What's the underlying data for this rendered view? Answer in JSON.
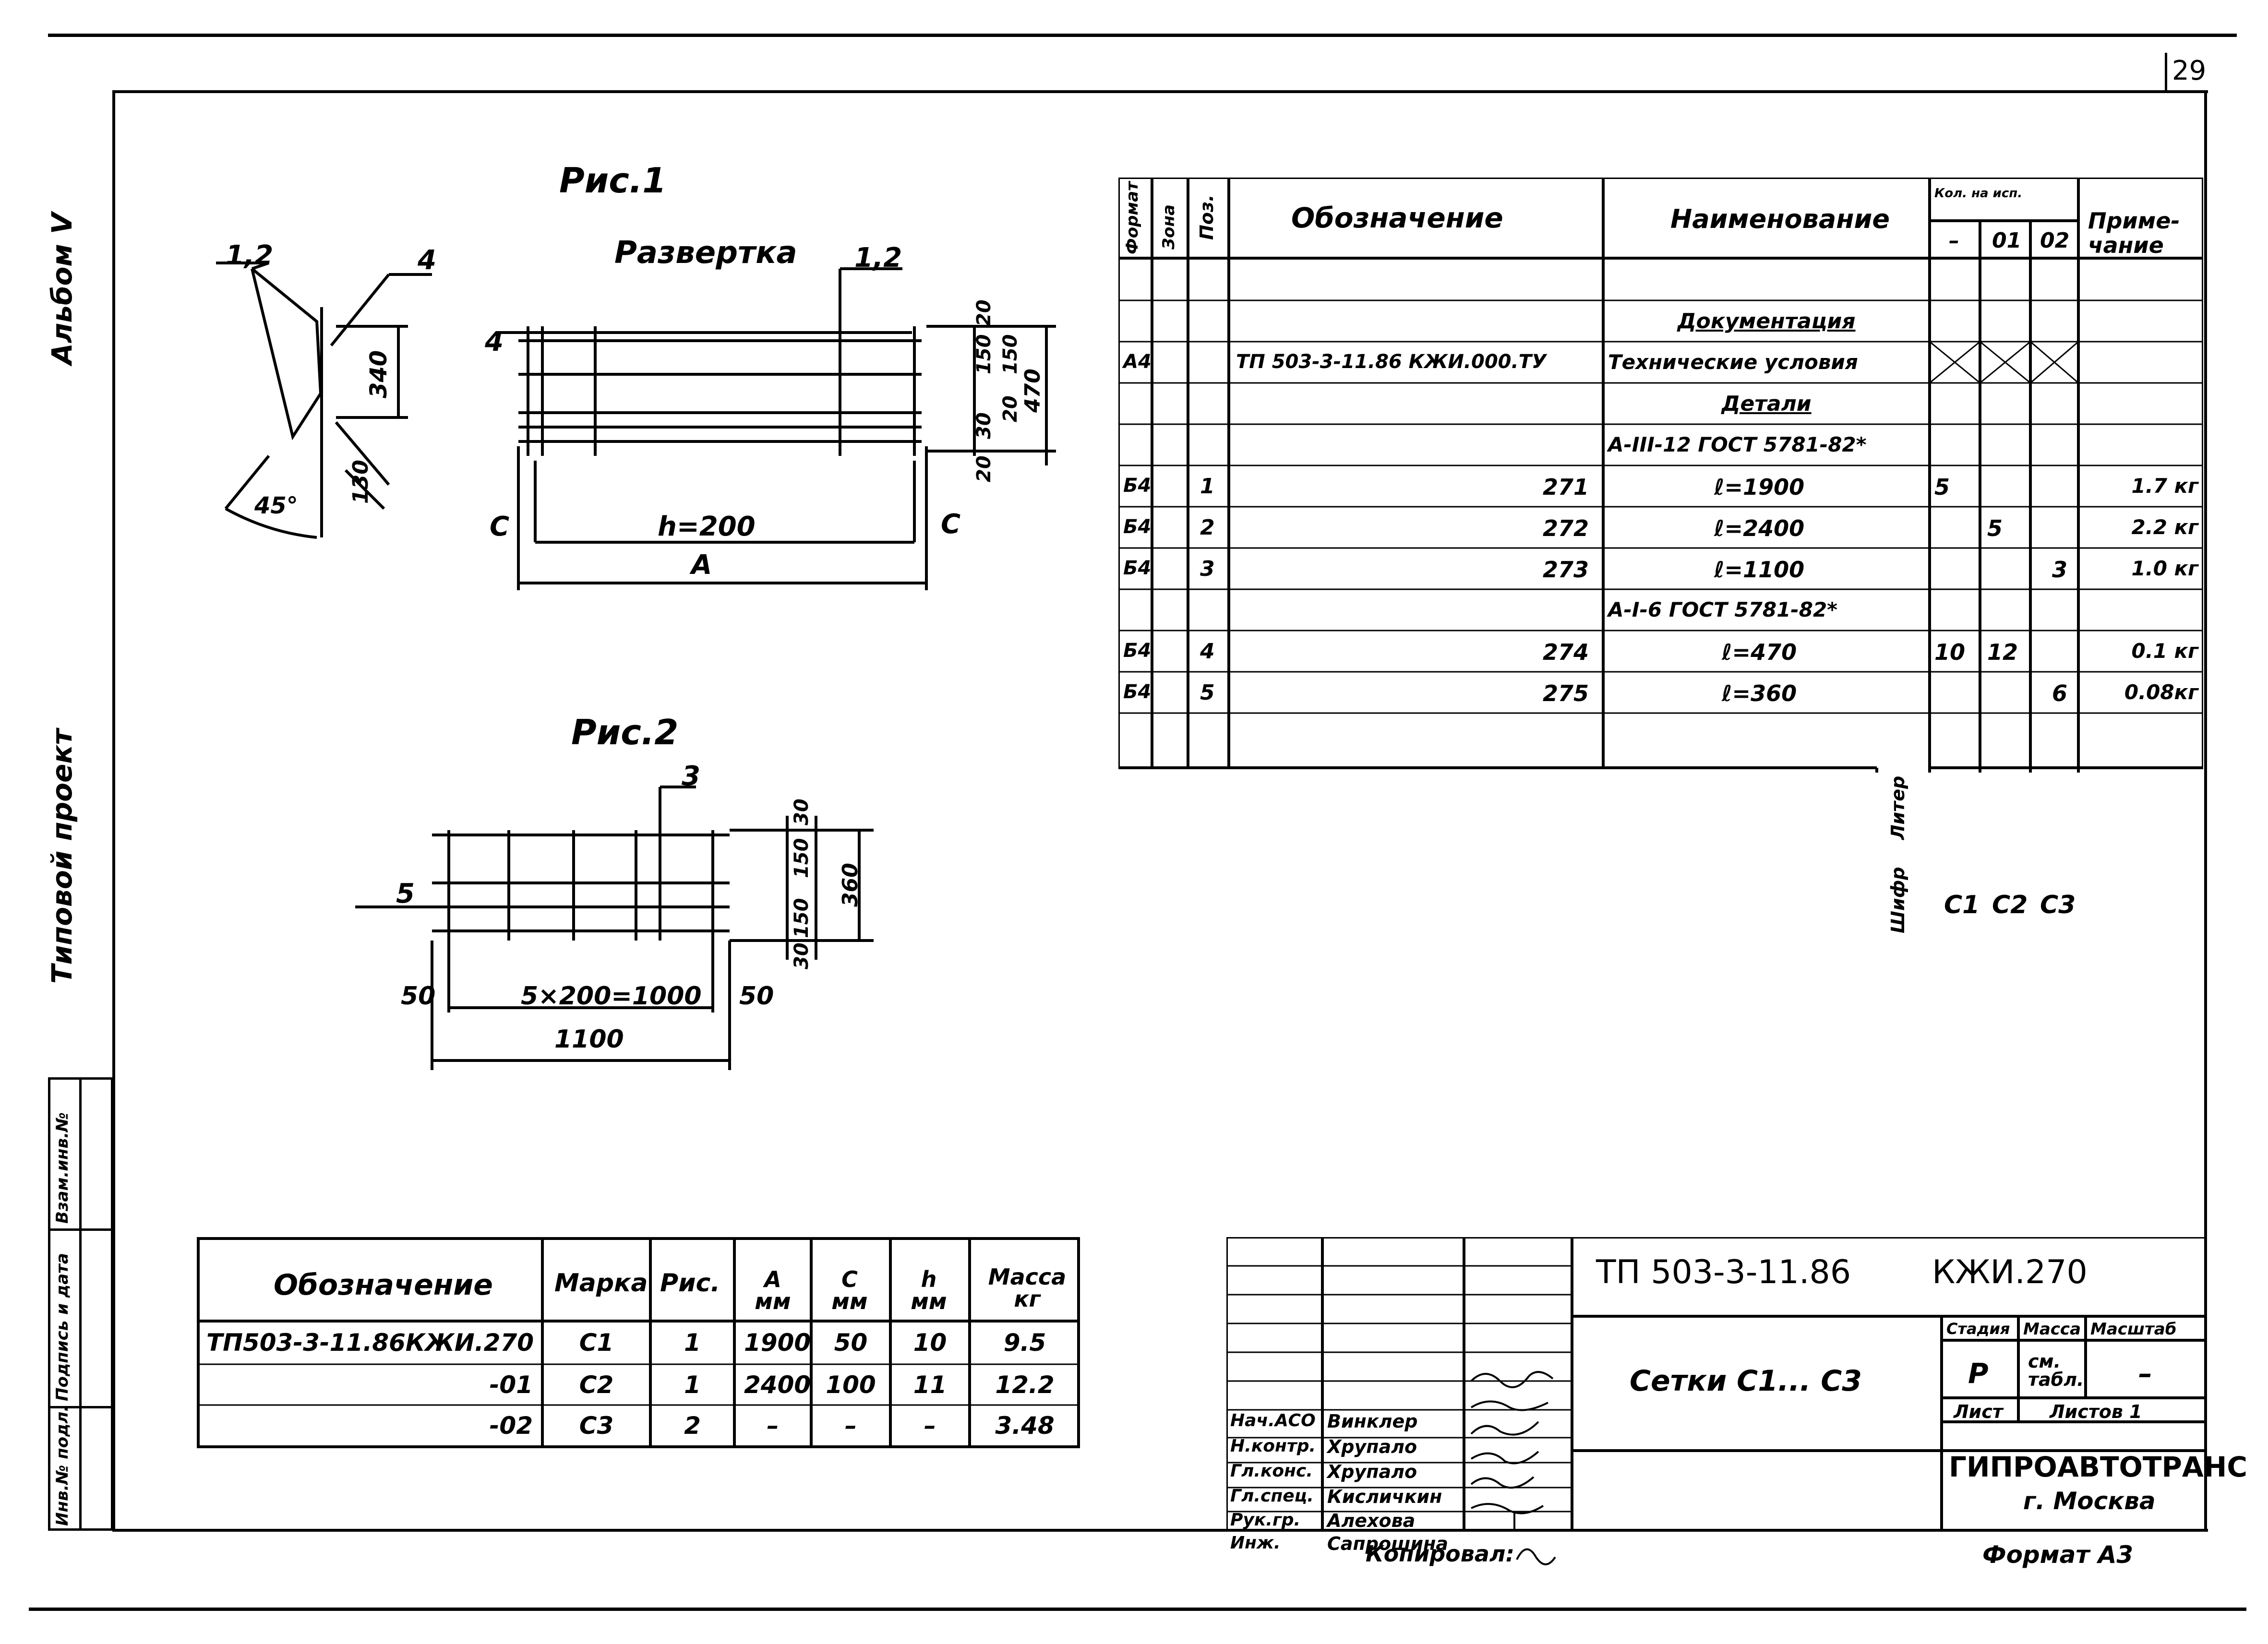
{
  "sheet": {
    "number": "29",
    "side_album": "Альбом Ⅴ",
    "side_project": "Типовой проект",
    "copied": "Копировал:",
    "format": "Формат А3"
  },
  "side_stamp": {
    "labels": [
      "Инв.№ подл.",
      "Подпись и дата",
      "Взам.инв.№"
    ]
  },
  "fig1": {
    "title": "Рис.1",
    "subtitle": "Развертка",
    "labels": {
      "p12_left": "1,2",
      "p4_left": "4",
      "d340": "340",
      "d45": "45°",
      "d130": "130",
      "p12_top": "1,2",
      "p4_mid": "4",
      "c_left": "С",
      "c_right": "С",
      "h200": "h=200",
      "A": "А",
      "d20a": "20",
      "d150a": "150",
      "d150b": "150",
      "d30": "30",
      "d20b": "20",
      "d470": "470",
      "d20c": "20"
    }
  },
  "fig2": {
    "title": "Рис.2",
    "labels": {
      "p3": "3",
      "p5": "5",
      "d30a": "30",
      "d150a": "150",
      "d150b": "150",
      "d30b": "30",
      "d360": "360",
      "d50a": "50",
      "d5x200": "5×200=1000",
      "d50b": "50",
      "d1100": "1100"
    }
  },
  "spec": {
    "headers": {
      "format": "Формат",
      "zone": "Зона",
      "pos": "Поз.",
      "designation": "Обозначение",
      "name": "Наименование",
      "qty": "Кол. на исп.",
      "qty_sub": [
        "–",
        "01",
        "02"
      ],
      "note": "Приме-чание"
    },
    "rows": [
      {
        "format": "",
        "pos": "",
        "designation": "",
        "name": "",
        "q0": "",
        "q1": "",
        "q2": "",
        "note": ""
      },
      {
        "format": "",
        "pos": "",
        "designation": "",
        "name": "Документация",
        "q0": "",
        "q1": "",
        "q2": "",
        "note": "",
        "underline": true
      },
      {
        "format": "А4",
        "pos": "",
        "designation": "ТП 503-3-11.86 КЖИ.000.ТУ",
        "name": "Технические условия",
        "q0": "X",
        "q1": "X",
        "q2": "X",
        "note": ""
      },
      {
        "format": "",
        "pos": "",
        "designation": "",
        "name": "Детали",
        "q0": "",
        "q1": "",
        "q2": "",
        "note": "",
        "underline": true
      },
      {
        "format": "",
        "pos": "",
        "designation": "",
        "name": "А-III-12   ГОСТ 5781-82*",
        "q0": "",
        "q1": "",
        "q2": "",
        "note": ""
      },
      {
        "format": "Б4",
        "pos": "1",
        "designation": "271",
        "name": "ℓ=1900",
        "q0": "5",
        "q1": "",
        "q2": "",
        "note": "1.7 кг"
      },
      {
        "format": "Б4",
        "pos": "2",
        "designation": "272",
        "name": "ℓ=2400",
        "q0": "",
        "q1": "5",
        "q2": "",
        "note": "2.2 кг"
      },
      {
        "format": "Б4",
        "pos": "3",
        "designation": "273",
        "name": "ℓ=1100",
        "q0": "",
        "q1": "",
        "q2": "3",
        "note": "1.0 кг"
      },
      {
        "format": "",
        "pos": "",
        "designation": "",
        "name": "А-I-6   ГОСТ 5781-82*",
        "q0": "",
        "q1": "",
        "q2": "",
        "note": ""
      },
      {
        "format": "Б4",
        "pos": "4",
        "designation": "274",
        "name": "ℓ=470",
        "q0": "10",
        "q1": "12",
        "q2": "",
        "note": "0.1 кг"
      },
      {
        "format": "Б4",
        "pos": "5",
        "designation": "275",
        "name": "ℓ=360",
        "q0": "",
        "q1": "",
        "q2": "6",
        "note": "0.08кг"
      },
      {
        "format": "",
        "pos": "",
        "designation": "",
        "name": "",
        "q0": "",
        "q1": "",
        "q2": "",
        "note": ""
      }
    ],
    "liter_label": "Литер",
    "code_label": "Шифр",
    "codes": [
      "С1",
      "С2",
      "С3"
    ]
  },
  "marks": {
    "headers": [
      "Обозначение",
      "Марка",
      "Рис.",
      "А мм",
      "С мм",
      "h мм",
      "Масса кг"
    ],
    "rows": [
      [
        "ТП503-3-11.86КЖИ.270",
        "С1",
        "1",
        "1900",
        "50",
        "10",
        "9.5"
      ],
      [
        "-01",
        "С2",
        "1",
        "2400",
        "100",
        "11",
        "12.2"
      ],
      [
        "-02",
        "С3",
        "2",
        "–",
        "–",
        "–",
        "3.48"
      ]
    ]
  },
  "title_block": {
    "doc_code": "ТП 503-3-11.86",
    "doc_mark": "КЖИ.270",
    "name": "Сетки С1... С3",
    "stage_label": "Стадия",
    "mass_label": "Масса",
    "scale_label": "Масштаб",
    "stage": "Р",
    "mass": "см. табл.",
    "scale": "–",
    "sheet_label": "Лист",
    "sheets_label": "Листов 1",
    "org": "ГИПРОАВТОТРАНС",
    "city": "г. Москва",
    "people": [
      {
        "role": "Нач.АСО",
        "name": "Винклер"
      },
      {
        "role": "Н.контр.",
        "name": "Хрупало"
      },
      {
        "role": "Гл.конс.",
        "name": "Хрупало"
      },
      {
        "role": "Гл.спец.",
        "name": "Кисличкин"
      },
      {
        "role": "Рук.гр.",
        "name": "Алехова"
      },
      {
        "role": "Инж.",
        "name": "Сапрошина"
      }
    ]
  }
}
